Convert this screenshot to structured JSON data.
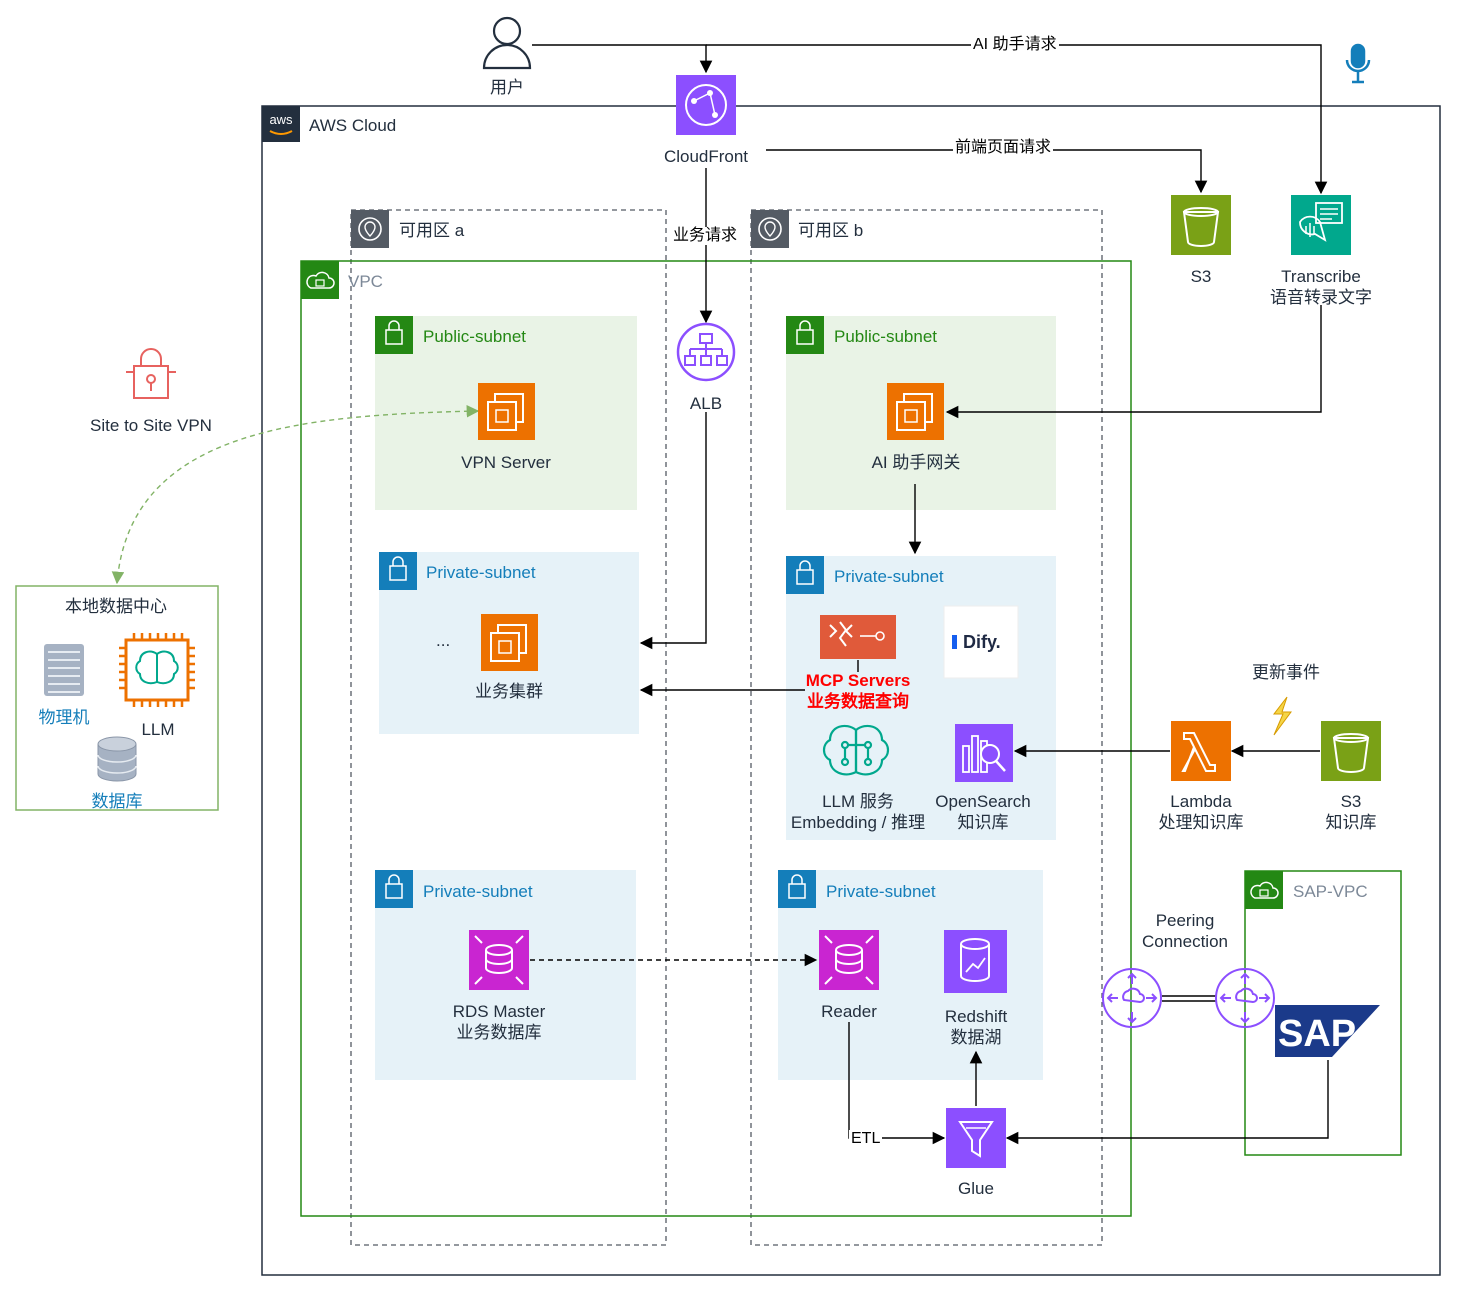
{
  "user": {
    "label": "用户"
  },
  "aws_cloud": {
    "label": "AWS Cloud",
    "logo_text": "aws"
  },
  "cloudfront": {
    "label": "CloudFront"
  },
  "edges": {
    "ai_request": "AI 助手请求",
    "frontend_request": "前端页面请求",
    "business_request": "业务请求",
    "etl": "ETL"
  },
  "az_a": {
    "label": "可用区 a"
  },
  "az_b": {
    "label": "可用区 b"
  },
  "vpc": {
    "label": "VPC"
  },
  "alb": {
    "label": "ALB"
  },
  "s3_front": {
    "label": "S3"
  },
  "transcribe": {
    "line1": "Transcribe",
    "line2": "语音转录文字"
  },
  "subnets": {
    "public_a": "Public-subnet",
    "public_b": "Public-subnet",
    "private_a1": "Private-subnet",
    "private_b1": "Private-subnet",
    "private_a2": "Private-subnet",
    "private_b2": "Private-subnet"
  },
  "vpn_server": {
    "label": "VPN Server"
  },
  "ai_gateway": {
    "label": "AI 助手网关"
  },
  "business_cluster": {
    "label": "业务集群",
    "ellipsis": "..."
  },
  "mcp": {
    "line1": "MCP Servers",
    "line2": "业务数据查询"
  },
  "dify": {
    "label": "Dify."
  },
  "llm_service": {
    "line1": "LLM 服务",
    "line2": "Embedding / 推理"
  },
  "opensearch": {
    "line1": "OpenSearch",
    "line2": "知识库"
  },
  "lambda": {
    "line1": "Lambda",
    "line2": "处理知识库"
  },
  "s3_kb": {
    "line1": "S3",
    "line2": "知识库"
  },
  "update_event": {
    "label": "更新事件"
  },
  "vpn": {
    "label": "Site to Site VPN"
  },
  "datacenter": {
    "title": "本地数据中心",
    "physical": "物理机",
    "llm": "LLM",
    "database": "数据库"
  },
  "rds": {
    "line1": "RDS Master",
    "line2": "业务数据库"
  },
  "reader": {
    "label": "Reader"
  },
  "redshift": {
    "line1": "Redshift",
    "line2": "数据湖"
  },
  "glue": {
    "label": "Glue"
  },
  "peering": {
    "line1": "Peering",
    "line2": "Connection"
  },
  "sap_vpc": {
    "label": "SAP-VPC",
    "logo_text": "SAP"
  },
  "colors": {
    "ec2": "#ed7100",
    "purple": "#8c4fff",
    "pink": "#c925d1",
    "storage_green": "#7aa116",
    "ml_teal": "#01a88d",
    "vpc_green": "#248814",
    "private_blue": "#147eba",
    "public_fill": "#e9f3e6",
    "private_fill": "#e6f2f8",
    "mcp_red": "#ff0000"
  }
}
